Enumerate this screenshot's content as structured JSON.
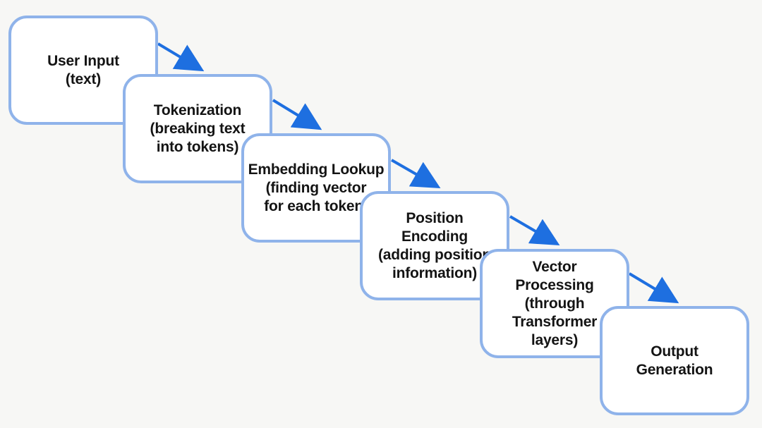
{
  "diagram": {
    "steps": [
      {
        "id": "user-input",
        "label": "User Input\n(text)"
      },
      {
        "id": "tokenization",
        "label": "Tokenization\n(breaking text\ninto tokens)"
      },
      {
        "id": "embedding-lookup",
        "label": "Embedding Lookup\n(finding vector\nfor each token)"
      },
      {
        "id": "position-encoding",
        "label": "Position\nEncoding\n(adding position\ninformation)"
      },
      {
        "id": "vector-processing",
        "label": "Vector\nProcessing\n(through\nTransformer\nlayers)"
      },
      {
        "id": "output-generation",
        "label": "Output\nGeneration"
      }
    ],
    "colors": {
      "box_border": "#8fb3ea",
      "box_fill": "#ffffff",
      "arrow": "#1e6fe0",
      "background": "#f7f7f5",
      "text": "#141414"
    }
  }
}
